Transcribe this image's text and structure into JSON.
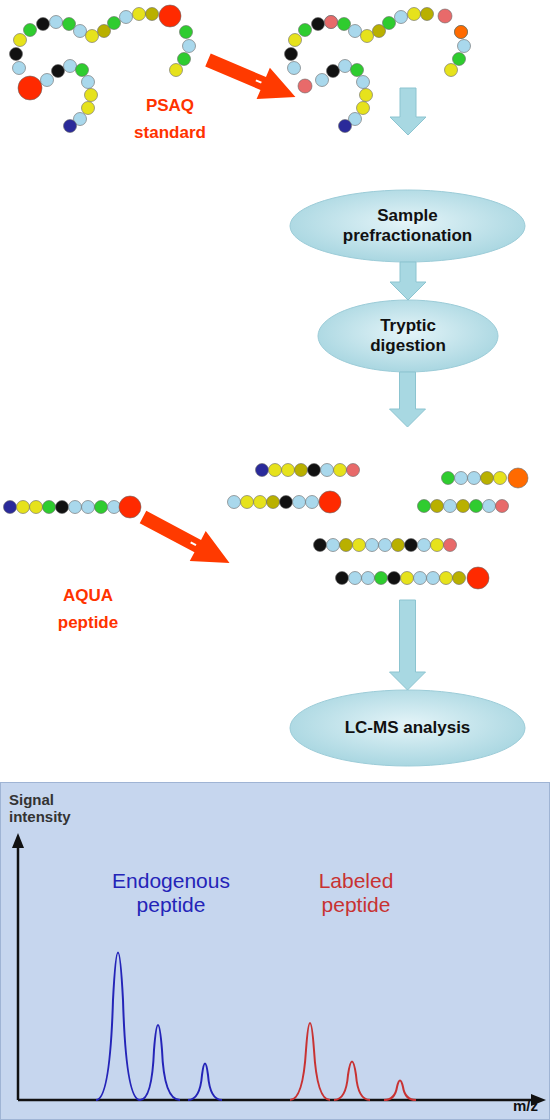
{
  "diagram": {
    "nodes": [
      {
        "text": [
          "Sample prefractionation"
        ]
      },
      {
        "text": [
          "Tryptic digestion"
        ]
      },
      {
        "text": [
          "LC-MS analysis"
        ]
      },
      {
        "text": [
          "Signal intensity",
          "Endogenous peptide",
          "Labeled peptide",
          "m/z"
        ]
      }
    ],
    "edges": [
      {
        "from": 0,
        "to": 1,
        "arrow": "to"
      },
      {
        "from": 1,
        "to": 2,
        "arrow": "to"
      }
    ],
    "labels": [
      "PSAQ standard",
      "AQUA peptide"
    ]
  }
}
